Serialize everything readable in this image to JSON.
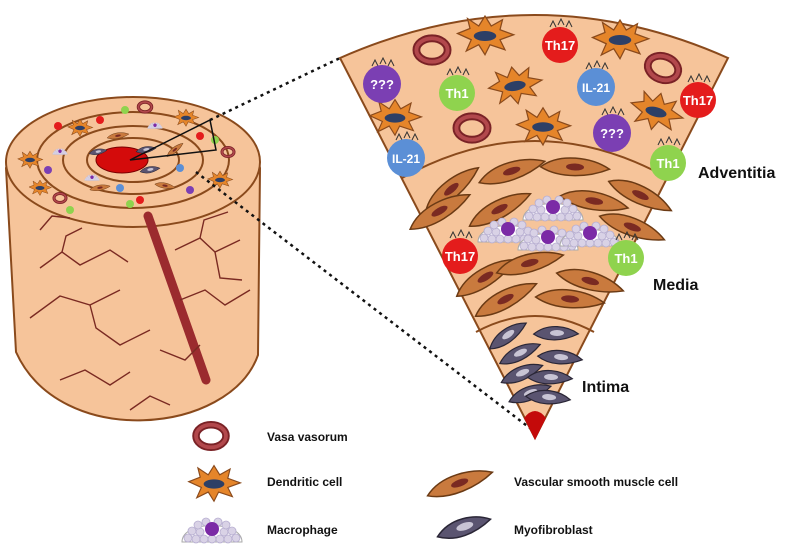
{
  "layers": {
    "adventitia": "Adventitia",
    "media": "Media",
    "intima": "Intima"
  },
  "legend": {
    "vasa_vorum": "Vasa vasorum",
    "dendritic": "Dendritic cell",
    "macrophage": "Macrophage",
    "vsmc": "Vascular smooth muscle cell",
    "myofibroblast": "Myofibroblast"
  },
  "cell_labels": {
    "th17": "Th17",
    "th1": "Th1",
    "il21": "IL-21",
    "unknown": "???"
  },
  "colors": {
    "tissue": "#f6c49a",
    "tissue_edge": "#8a4a1c",
    "vessel_wall": "#a3383c",
    "dendritic": "#e5852a",
    "dendritic_nucleus": "#2d3f66",
    "vsmc": "#c97a3e",
    "myofibroblast": "#5a5470",
    "th17": "#e41c1c",
    "th1": "#8fd34e",
    "il21": "#5b8fd6",
    "unknown": "#7b3fb3",
    "lumen": "#d40b0b"
  }
}
